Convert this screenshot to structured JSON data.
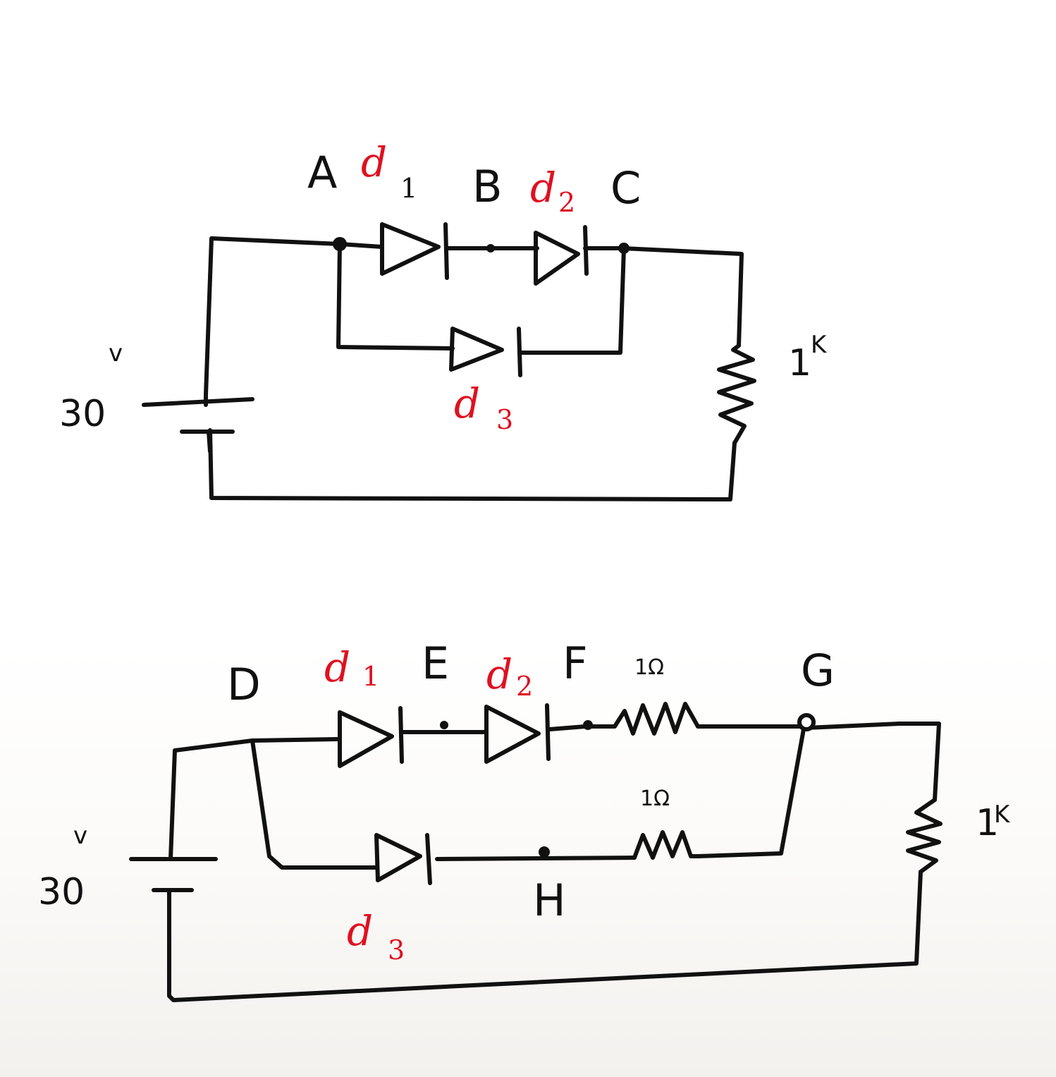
{
  "colors": {
    "ink": "#111111",
    "red": "#e01020"
  },
  "circuit_top": {
    "battery": {
      "value": "30",
      "unit": "v"
    },
    "nodes": {
      "a": "A",
      "b": "B",
      "c": "C"
    },
    "diodes": {
      "d1": {
        "letter": "d",
        "sub": "1"
      },
      "d2": {
        "letter": "d",
        "sub": "2"
      },
      "d3": {
        "letter": "d",
        "sub": "3"
      }
    },
    "load": {
      "value": "1",
      "unit": "K"
    }
  },
  "circuit_bottom": {
    "battery": {
      "value": "30",
      "unit": "v"
    },
    "nodes": {
      "d": "D",
      "e": "E",
      "f": "F",
      "g": "G",
      "h": "H"
    },
    "diodes": {
      "d1": {
        "letter": "d",
        "sub": "1"
      },
      "d2": {
        "letter": "d",
        "sub": "2"
      },
      "d3": {
        "letter": "d",
        "sub": "3"
      }
    },
    "series_resistor_top": "1Ω",
    "series_resistor_bottom": "1Ω",
    "load": {
      "value": "1",
      "unit": "K"
    }
  }
}
